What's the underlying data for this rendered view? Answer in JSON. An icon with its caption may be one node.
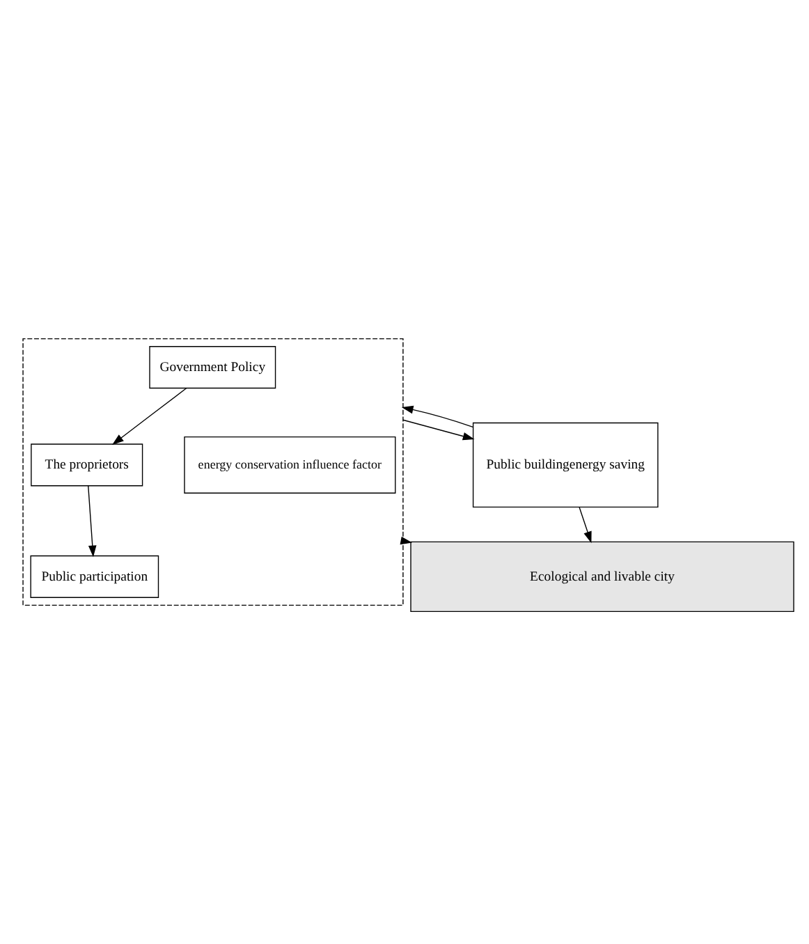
{
  "diagram": {
    "nodes": [
      {
        "text": [],
        "shape": "box"
      },
      {
        "text": [
          "energy conservation influence factor"
        ],
        "in": 0
      },
      {
        "text": [
          "Government Policy"
        ],
        "in": 0
      },
      {
        "text": [
          "The proprietors"
        ],
        "in": 0
      },
      {
        "text": [
          "Public participation"
        ],
        "in": 0
      },
      {
        "text": [
          "Public buildingenergy saving"
        ]
      },
      {
        "text": [
          "Ecological and livable city"
        ]
      }
    ],
    "edges": [
      {
        "from": 2,
        "to": 3,
        "arrow": "to"
      },
      {
        "from": 3,
        "to": 4,
        "arrow": "to"
      },
      {
        "from": 0,
        "to": 5,
        "arrow": "to"
      },
      {
        "from": 5,
        "to": 0,
        "arrow": "to"
      },
      {
        "from": 0,
        "to": 6,
        "arrow": "to"
      },
      {
        "from": 5,
        "to": 6,
        "arrow": "to"
      }
    ]
  }
}
